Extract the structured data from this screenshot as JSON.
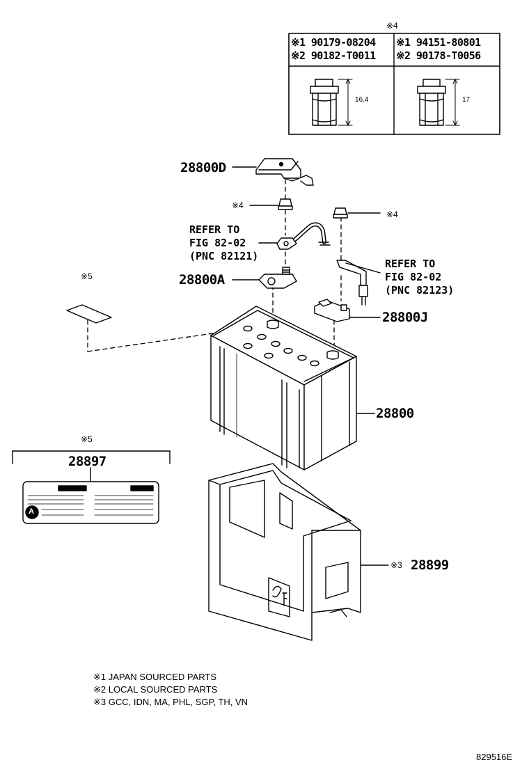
{
  "diagram_code": "829516E",
  "nut_table": {
    "header": "※4",
    "left": {
      "row1": "※1 90179-08204",
      "row2": "※2 90182-T0011",
      "dimension": "16.4"
    },
    "right": {
      "row1": "※1 94151-80801",
      "row2": "※2 90178-T0056",
      "dimension": "17"
    }
  },
  "parts": {
    "clamp_cover": "28800D",
    "terminal_clamp": "28800A",
    "negative_terminal": "28800J",
    "battery": "28800",
    "battery_tray": "28899",
    "battery_tray_prefix": "※3",
    "label": "28897"
  },
  "callouts": {
    "nut_left": "※4",
    "nut_right": "※4",
    "label_ref": "※5",
    "label_box_ref": "※5"
  },
  "refs": {
    "ref_a": [
      "REFER TO",
      "FIG 82-02",
      "(PNC 82121)"
    ],
    "ref_b": [
      "REFER TO",
      "FIG 82-02",
      "(PNC 82123)"
    ]
  },
  "footnotes": [
    "※1 JAPAN SOURCED PARTS",
    "※2 LOCAL SOURCED PARTS",
    "※3 GCC, IDN, MA, PHL, SGP, TH, VN"
  ],
  "label_badge": "A"
}
